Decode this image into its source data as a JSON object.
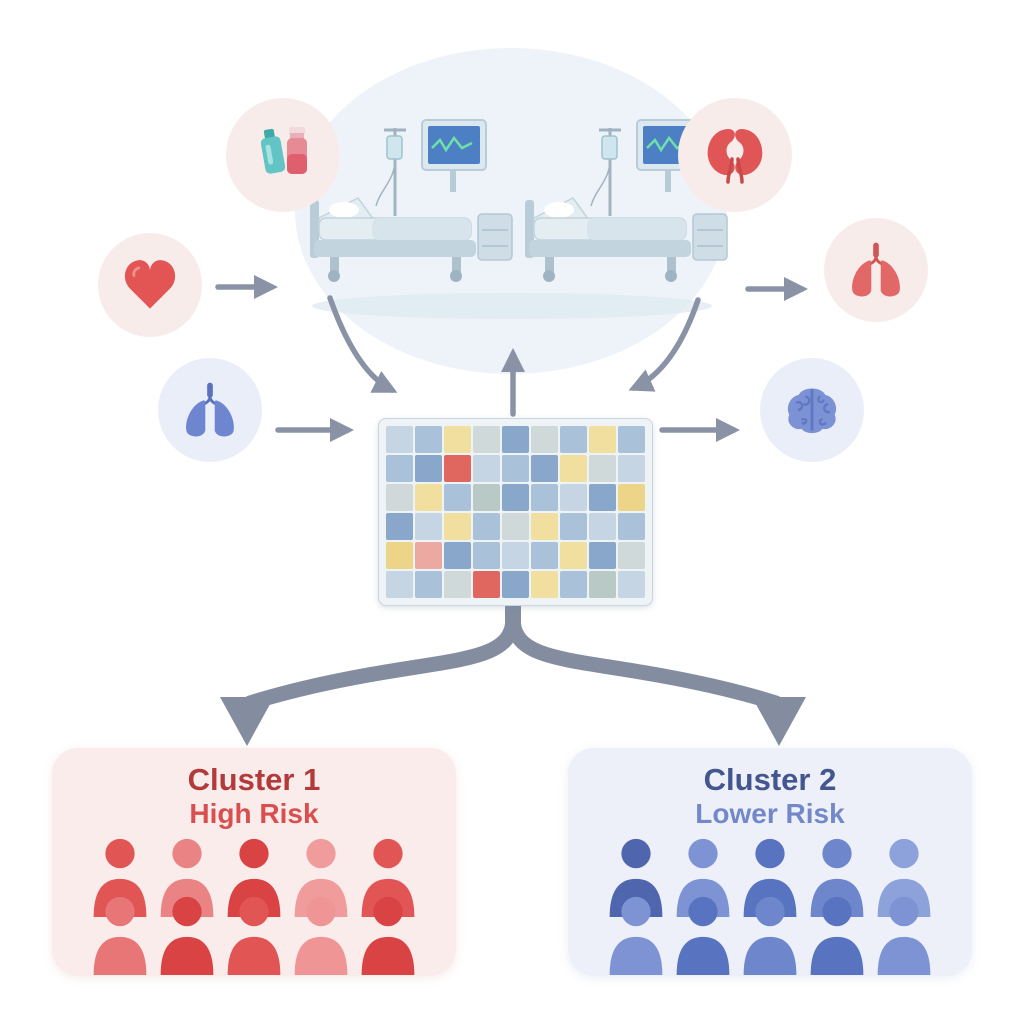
{
  "colors": {
    "arrow": "#8a93a6",
    "ellipse_bg": "#eef3fa",
    "icon_bg_pink": "#f8eceb",
    "icon_bg_blue": "#e9eef8",
    "cluster1_bg": "#fbecec",
    "cluster2_bg": "#edf0f9"
  },
  "icons": {
    "medication": "medication-vials",
    "kidneys": "kidneys",
    "heart": "heart",
    "lungs_red": "lungs",
    "lungs_blue": "lungs",
    "brain": "brain",
    "center": "icu-hospital-beds",
    "grid": "patient-data-heatmap"
  },
  "heatmap": {
    "palette": {
      "b1": "#a9c1d9",
      "b2": "#89a7cb",
      "b3": "#c6d5e3",
      "y1": "#f1df9f",
      "y2": "#ecd489",
      "r1": "#e0675f",
      "r2": "#eba9a1",
      "g1": "#cfd9da",
      "g2": "#b9c9c5"
    },
    "cells": [
      [
        "b3",
        "b1",
        "y1",
        "g1",
        "b2",
        "g1",
        "b1",
        "y1",
        "b1"
      ],
      [
        "b1",
        "b2",
        "r1",
        "b3",
        "b1",
        "b2",
        "y1",
        "g1",
        "b3"
      ],
      [
        "g1",
        "y1",
        "b1",
        "g2",
        "b2",
        "b1",
        "b3",
        "b2",
        "y2"
      ],
      [
        "b2",
        "b3",
        "y1",
        "b1",
        "g1",
        "y1",
        "b1",
        "b3",
        "b1"
      ],
      [
        "y2",
        "r2",
        "b2",
        "b1",
        "b3",
        "b1",
        "y1",
        "b2",
        "g1"
      ],
      [
        "b3",
        "b1",
        "g1",
        "r1",
        "b2",
        "y1",
        "b1",
        "g2",
        "b3"
      ]
    ]
  },
  "clusters": [
    {
      "title": "Cluster 1",
      "subtitle": "High Risk",
      "title_color": "#b23a3a",
      "subtitle_color": "#d94f4f",
      "people_rows": [
        [
          "#e25555",
          "#ea8484",
          "#d94343",
          "#f09c9c",
          "#e25555"
        ],
        [
          "#e87676",
          "#d94343",
          "#e25555",
          "#ef9595",
          "#d94343"
        ]
      ]
    },
    {
      "title": "Cluster 2",
      "subtitle": "Lower Risk",
      "title_color": "#44568e",
      "subtitle_color": "#7388c9",
      "people_rows": [
        [
          "#4f66ae",
          "#7d93d4",
          "#5873c0",
          "#6d86cc",
          "#8da2da"
        ],
        [
          "#7d93d4",
          "#5873c0",
          "#6d86cc",
          "#5873c0",
          "#7d93d4"
        ]
      ]
    }
  ]
}
